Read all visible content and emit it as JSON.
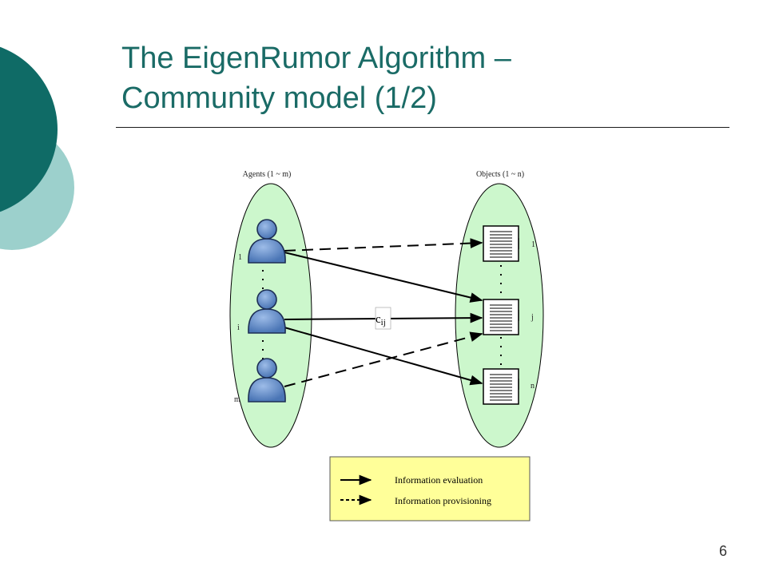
{
  "slide": {
    "title_line1": "The EigenRumor Algorithm –",
    "title_line2": "Community model (1/2)",
    "page_number": "6"
  },
  "diagram": {
    "agents_header": "Agents (1 ~ m)",
    "objects_header": "Objects (1 ~ n)",
    "agent_labels": [
      "1",
      "i",
      "m"
    ],
    "object_labels": [
      "1",
      "j",
      "n"
    ],
    "edge_label_base": "c",
    "edge_label_sub": "ij",
    "legend": {
      "solid": "Information evaluation",
      "dashed": "Information provisioning"
    }
  },
  "colors": {
    "title": "#1a6b66",
    "deco_dark": "#0f6b66",
    "deco_light": "#9cd0cc",
    "ellipse_fill": "#ccf7cc",
    "legend_fill": "#ffff99",
    "person_fill": "#5b86c5"
  }
}
